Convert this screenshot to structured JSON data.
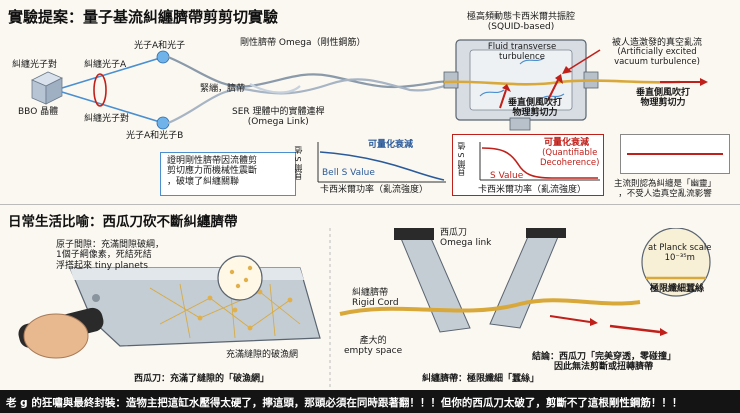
{
  "top": {
    "title": "實驗提案：量子基流糾纏臍帶剪剪切實驗",
    "entangled_pair_label": "糾纏光子對",
    "bbo_label": "BBO 晶體",
    "photon_a_in": "糾纏光子A",
    "photon_b_in": "糾纏光子對",
    "photon_a_label": "光子A和光子",
    "photon_b_label": "光子A和光子B",
    "rigid_band_label": "剛性臍帶 Omega（剛性鋼筋）",
    "tight_label": "緊繃，臍帶",
    "ser_label_line1": "SER 理體中的實體連桿",
    "ser_label_line2": "(Omega Link)",
    "squid_title": "極高頻動態卡西米爾共振腔",
    "squid_subtitle": "(SQUID-based)",
    "fluid_line1": "Fluid transverse",
    "fluid_line2": "turbulence",
    "excited_line1": "被人造激發的真空亂流",
    "excited_line2": "(Artificially excited",
    "excited_line3": "vacuum turbulence)",
    "vertical_wind_line1": "垂直側風吹打",
    "vertical_wind_line2": "物理剪切力",
    "right_wind_line1": "垂直側風吹打",
    "right_wind_line2": "物理剪切力",
    "proof_line1": "證明剛性臍帶因流體剪",
    "proof_line2": "剪切應力而機械性震斷",
    "proof_line3": "，破壞了糾纏關聯",
    "chart1_ylabel": "貝爾 S 值",
    "chart1_title": "可量化衰減",
    "chart1_series": "Bell S Value",
    "chart1_xlabel": "卡西米爾功率（亂流強度）",
    "chart2_ylabel": "貝爾 S 值",
    "chart2_title": "可量化衰減",
    "chart2_sub1": "(Quantifiable",
    "chart2_sub2": "Decoherence)",
    "chart2_series": "S Value",
    "chart2_xlabel": "卡西米爾功率（亂流強度）",
    "mainstream_line1": "主流則認為糾纏是「幽靈」",
    "mainstream_line2": "，不受人造真空亂流影響"
  },
  "bottom": {
    "title": "日常生活比喻：西瓜刀砍不斷糾纏臍帶",
    "atom_gap_line1": "原子間隙：充滿間隙破綱，",
    "atom_gap_line2": "1個子綱像素，死結死結",
    "atom_gap_line3": "浮搭起來 tiny planets",
    "broken_net": "充滿縫隙的破漁網",
    "knife_caption": "西瓜刀：充滿了縫隙的「破漁網」",
    "knife_label_line1": "西瓜刀",
    "knife_label_line2": "Omega link",
    "cord_label_line1": "糾纏臍帶",
    "cord_label_line2": "Rigid Cord",
    "empty_line1": "產大的",
    "empty_line2": "empty space",
    "cord_caption": "糾纏臍帶：極限纖細「蠶絲」",
    "planck_line1": "at Planck scale",
    "planck_line2": "10⁻³⁵m",
    "silk_label": "極限纖細蠶絲",
    "conclusion_line1": "結論：西瓜刀「完美穿透，零碰撞」",
    "conclusion_line2": "因此無法剪斷或扭轉臍帶"
  },
  "footer": {
    "text": "老 g 的狂嘯與最終封裝：造物主把這缸水壓得太硬了，擰這頭，那頭必須在同時跟著翻！！！但你的西瓜刀太破了，剪斷不了這根剛性鋼筋！！！"
  },
  "colors": {
    "accent_red": "#c0201a",
    "accent_blue": "#2a5a9a",
    "cord_gold": "#d8a93a",
    "footer_bg": "#141414"
  }
}
